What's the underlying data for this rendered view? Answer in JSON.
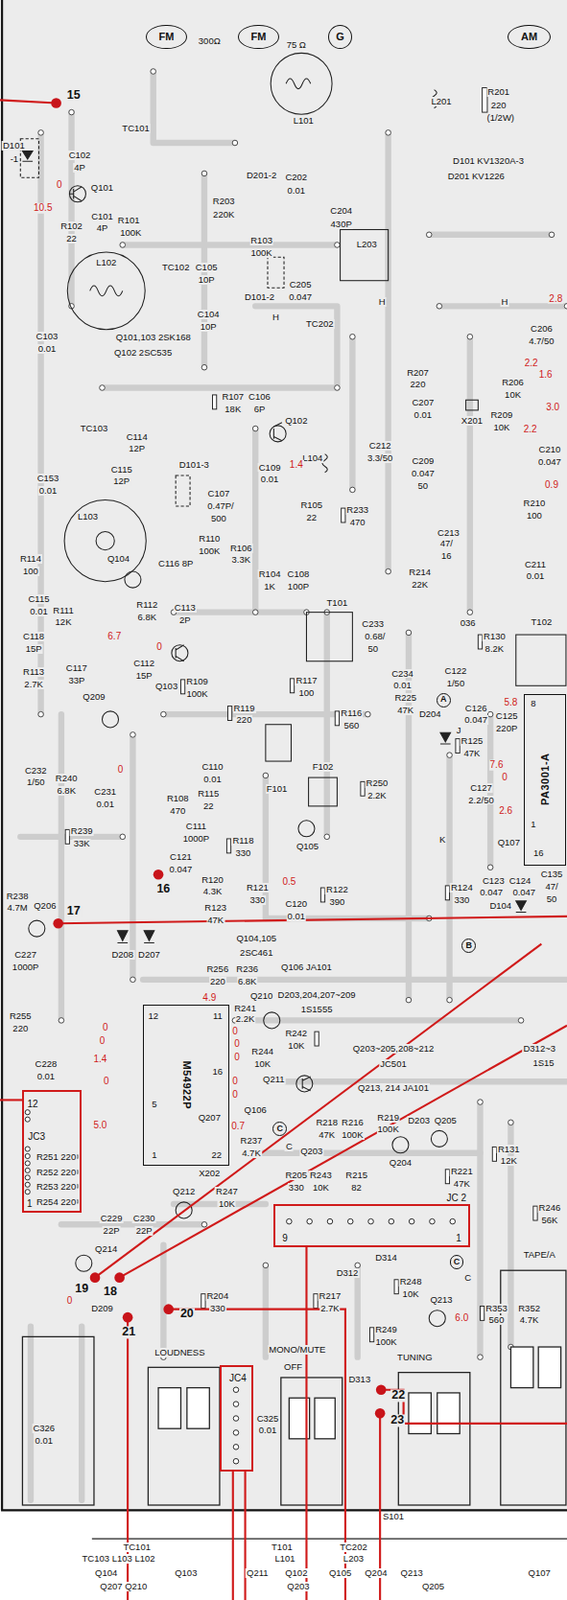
{
  "diagram": {
    "nodes": [
      {
        "text": [
          "FM"
        ]
      },
      {
        "text": [
          "FM"
        ]
      },
      {
        "text": [
          "G"
        ]
      },
      {
        "text": [
          "AM"
        ]
      },
      {
        "text": [
          "A"
        ]
      },
      {
        "text": [
          "PA3001-A"
        ]
      },
      {
        "text": [
          "B"
        ]
      },
      {
        "text": [
          "M54922P"
        ]
      },
      {
        "text": [
          "12",
          "JC3",
          "1"
        ]
      },
      {
        "text": [
          "C"
        ]
      },
      {
        "text": [
          "JC 2",
          "9",
          "1"
        ]
      },
      {
        "text": [
          "C"
        ]
      },
      {
        "text": [
          "JC4"
        ]
      }
    ],
    "labels": [
      "300Ω",
      "75 Ω",
      "15",
      "TC101",
      "L101",
      "L201",
      "R201",
      "220",
      "(1/2W)",
      "D101 KV1320A-3",
      "D201 KV1226",
      "D101",
      "-1",
      "C102",
      "4P",
      "Q101",
      "0",
      "10.5",
      "C101",
      "4P",
      "R101",
      "100K",
      "R203",
      "220K",
      "D201-2",
      "C202",
      "0.01",
      "C204",
      "430P",
      "R102",
      "22",
      "R103",
      "100K",
      "L203",
      "L102",
      "TC102",
      "C105",
      "10P",
      "C205",
      "0.047",
      "D101-2",
      "H",
      "H",
      "H",
      "TC202",
      "C104",
      "10P",
      "2.8",
      "C103",
      "0.01",
      "Q101,103 2SK168",
      "Q102 2SC535",
      "R207",
      "220",
      "C206",
      "4.7/50",
      "2.2",
      "1.6",
      "R206",
      "10K",
      "C207",
      "0.01",
      "X201",
      "R209",
      "10K",
      "3.0",
      "2.2",
      "C210",
      "0.047",
      "0.9",
      "R107",
      "18K",
      "C106",
      "6P",
      "Q102",
      "TC103",
      "C114",
      "12P",
      "C212",
      "3.3/50",
      "C209",
      "0.047",
      "50",
      "L104",
      "C115",
      "12P",
      "D101-3",
      "C109",
      "0.01",
      "1.4",
      "C153",
      "0.01",
      "C107",
      "0.47P/",
      "500",
      "R105",
      "22",
      "R233",
      "470",
      "R210",
      "100",
      "C213",
      "47/",
      "16",
      "C211",
      "0.01",
      "L103",
      "R110",
      "100K",
      "R106",
      "3.3K",
      "R104",
      "1K",
      "C108",
      "100P",
      "R114",
      "100",
      "Q104",
      "C116 8P",
      "R214",
      "22K",
      "C115",
      "0.01",
      "R111",
      "12K",
      "R112",
      "6.8K",
      "C113",
      "2P",
      "T101",
      "C233",
      "0.68/",
      "50",
      "036",
      "C118",
      "15P",
      "6.7",
      "R113",
      "2.7K",
      "C117",
      "33P",
      "C112",
      "15P",
      "0",
      "Q103",
      "R109",
      "100K",
      "R130",
      "8.2K",
      "T102",
      "C234",
      "0.01",
      "C122",
      "1/50",
      "R117",
      "100",
      "R225",
      "47K",
      "Q209",
      "R119",
      "220",
      "R116",
      "560",
      "C126",
      "0.047",
      "C125",
      "220P",
      "D204",
      "J",
      "R125",
      "47K",
      "5.8",
      "8",
      "7.6",
      "0",
      "C127",
      "2.2/50",
      "2.6",
      "1",
      "16",
      "Q107",
      "C110",
      "0.01",
      "R115",
      "22",
      "R108",
      "470",
      "F101",
      "F102",
      "R250",
      "2.2K",
      "C232",
      "1/50",
      "R240",
      "6.8K",
      "C231",
      "0.01",
      "0",
      "R239",
      "33K",
      "C111",
      "1000P",
      "R118",
      "330",
      "Q105",
      "K",
      "C121",
      "0.047",
      "R120",
      "4.3K",
      "R121",
      "330",
      "0.5",
      "R122",
      "390",
      "C120",
      "0.01",
      "R124",
      "330",
      "C123",
      "0.047",
      "C124",
      "0.047",
      "D104",
      "C135",
      "47/",
      "50",
      "Q206",
      "R238",
      "4.7M",
      "16",
      "17",
      "R123",
      "47K",
      "Q104,105",
      "2SC461",
      "C227",
      "1000P",
      "D208",
      "D207",
      "R256",
      "220",
      "R236",
      "6.8K",
      "Q106 JA101",
      "D203,204,207~209",
      "1S1555",
      "Q210",
      "4.9",
      "R241",
      "2.2K",
      "R255",
      "220",
      "12",
      "11",
      "0",
      "0",
      "1.4",
      "0",
      "5.0",
      "0",
      "0",
      "0",
      "0",
      "0",
      "0.7",
      "R242",
      "10K",
      "R244",
      "10K",
      "C228",
      "0.01",
      "16",
      "1",
      "22",
      "5",
      "Q211",
      "Q203~205,208~212",
      "JC501",
      "Q213, 214 JA101",
      "D312~3",
      "1S15",
      "Q207",
      "Q106",
      "R237",
      "4.7K",
      "C",
      "Q203",
      "R218",
      "47K",
      "R216",
      "100K",
      "R219",
      "100K",
      "D203",
      "Q205",
      "R221",
      "47K",
      "R131",
      "12K",
      "Q204",
      "R205",
      "330",
      "R243",
      "10K",
      "R215",
      "82",
      "R251 220",
      "R252 220",
      "R253 220",
      "R254 220",
      "X202",
      "Q212",
      "R247",
      "10K",
      "R246",
      "56K",
      "C229",
      "22P",
      "C230",
      "22P",
      "Q214",
      "0",
      "19",
      "18",
      "20",
      "21",
      "R204",
      "330",
      "R217",
      "2.7K",
      "D312",
      "D314",
      "R248",
      "10K",
      "Q213",
      "C",
      "R249",
      "100K",
      "6.0",
      "R353",
      "560",
      "R352",
      "4.7K",
      "D209",
      "LOUDNESS",
      "MONO/MUTE",
      "OFF",
      "TUNING",
      "TAPE/A",
      "C326",
      "0.01",
      "C325",
      "0.01",
      "D313",
      "22",
      "23",
      "S101",
      "TC101",
      "T101",
      "TC202",
      "TC103 L103 L102",
      "L101",
      "L203",
      "Q104",
      "Q103",
      "Q211",
      "Q102",
      "Q105",
      "Q204",
      "Q213",
      "Q107",
      "Q207 Q210",
      "Q203",
      "Q205"
    ]
  }
}
